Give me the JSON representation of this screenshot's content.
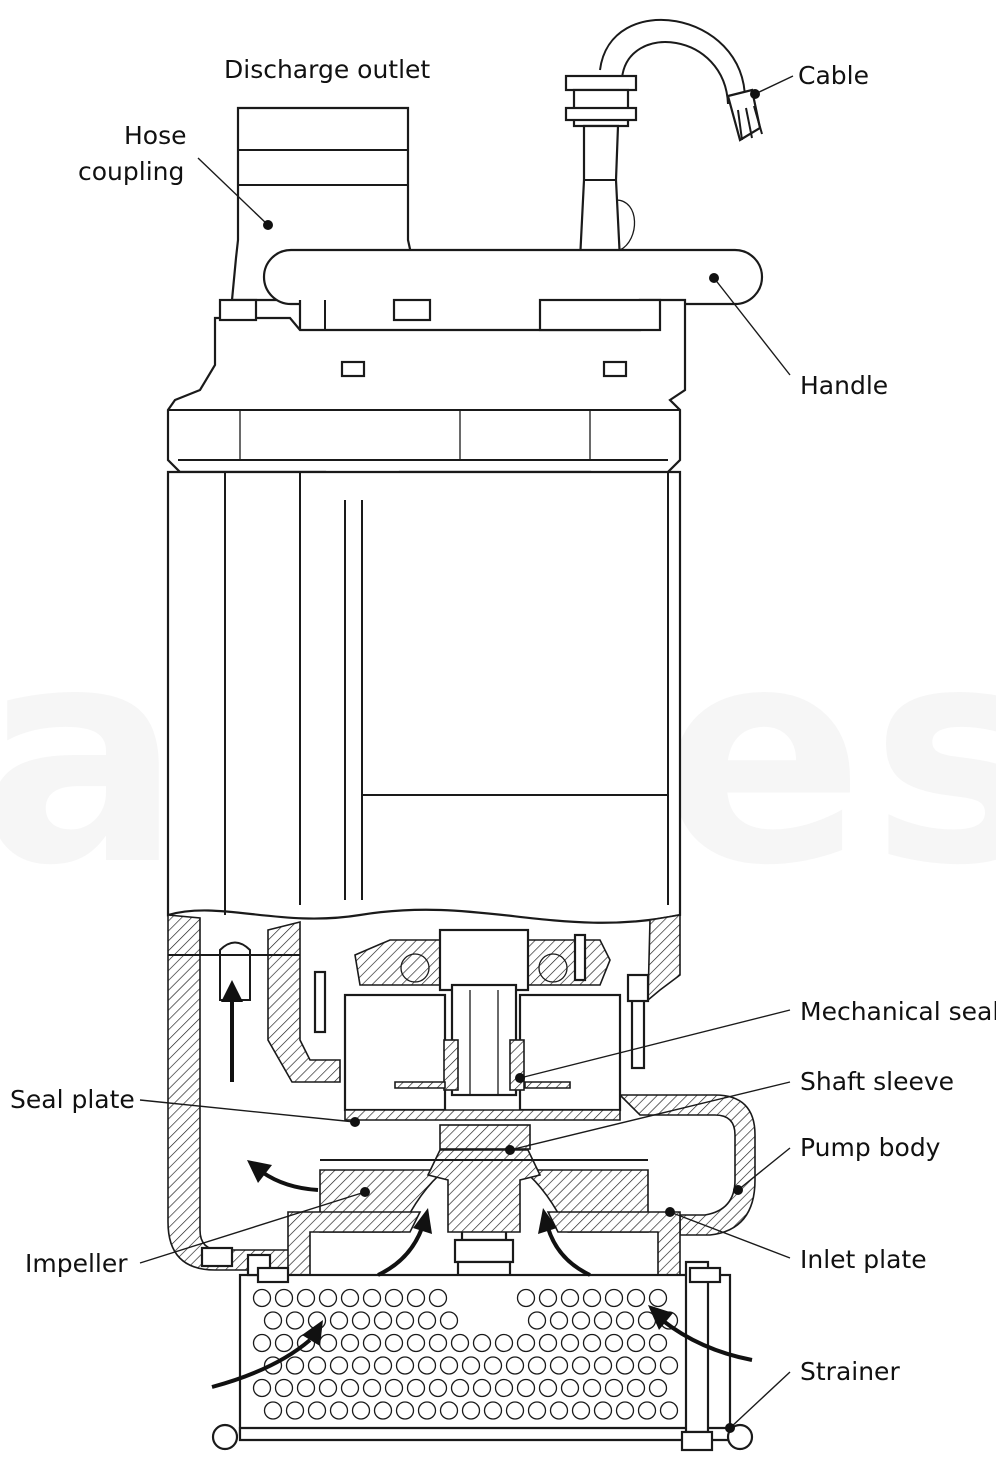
{
  "watermark": "armesa.co",
  "labels": {
    "discharge_outlet": "Discharge outlet",
    "hose_coupling_line1": "Hose",
    "hose_coupling_line2": "coupling",
    "cable": "Cable",
    "handle": "Handle",
    "mechanical_seal": "Mechanical seal",
    "shaft_sleeve": "Shaft sleeve",
    "seal_plate": "Seal plate",
    "pump_body": "Pump body",
    "impeller": "Impeller",
    "inlet_plate": "Inlet plate",
    "strainer": "Strainer"
  }
}
